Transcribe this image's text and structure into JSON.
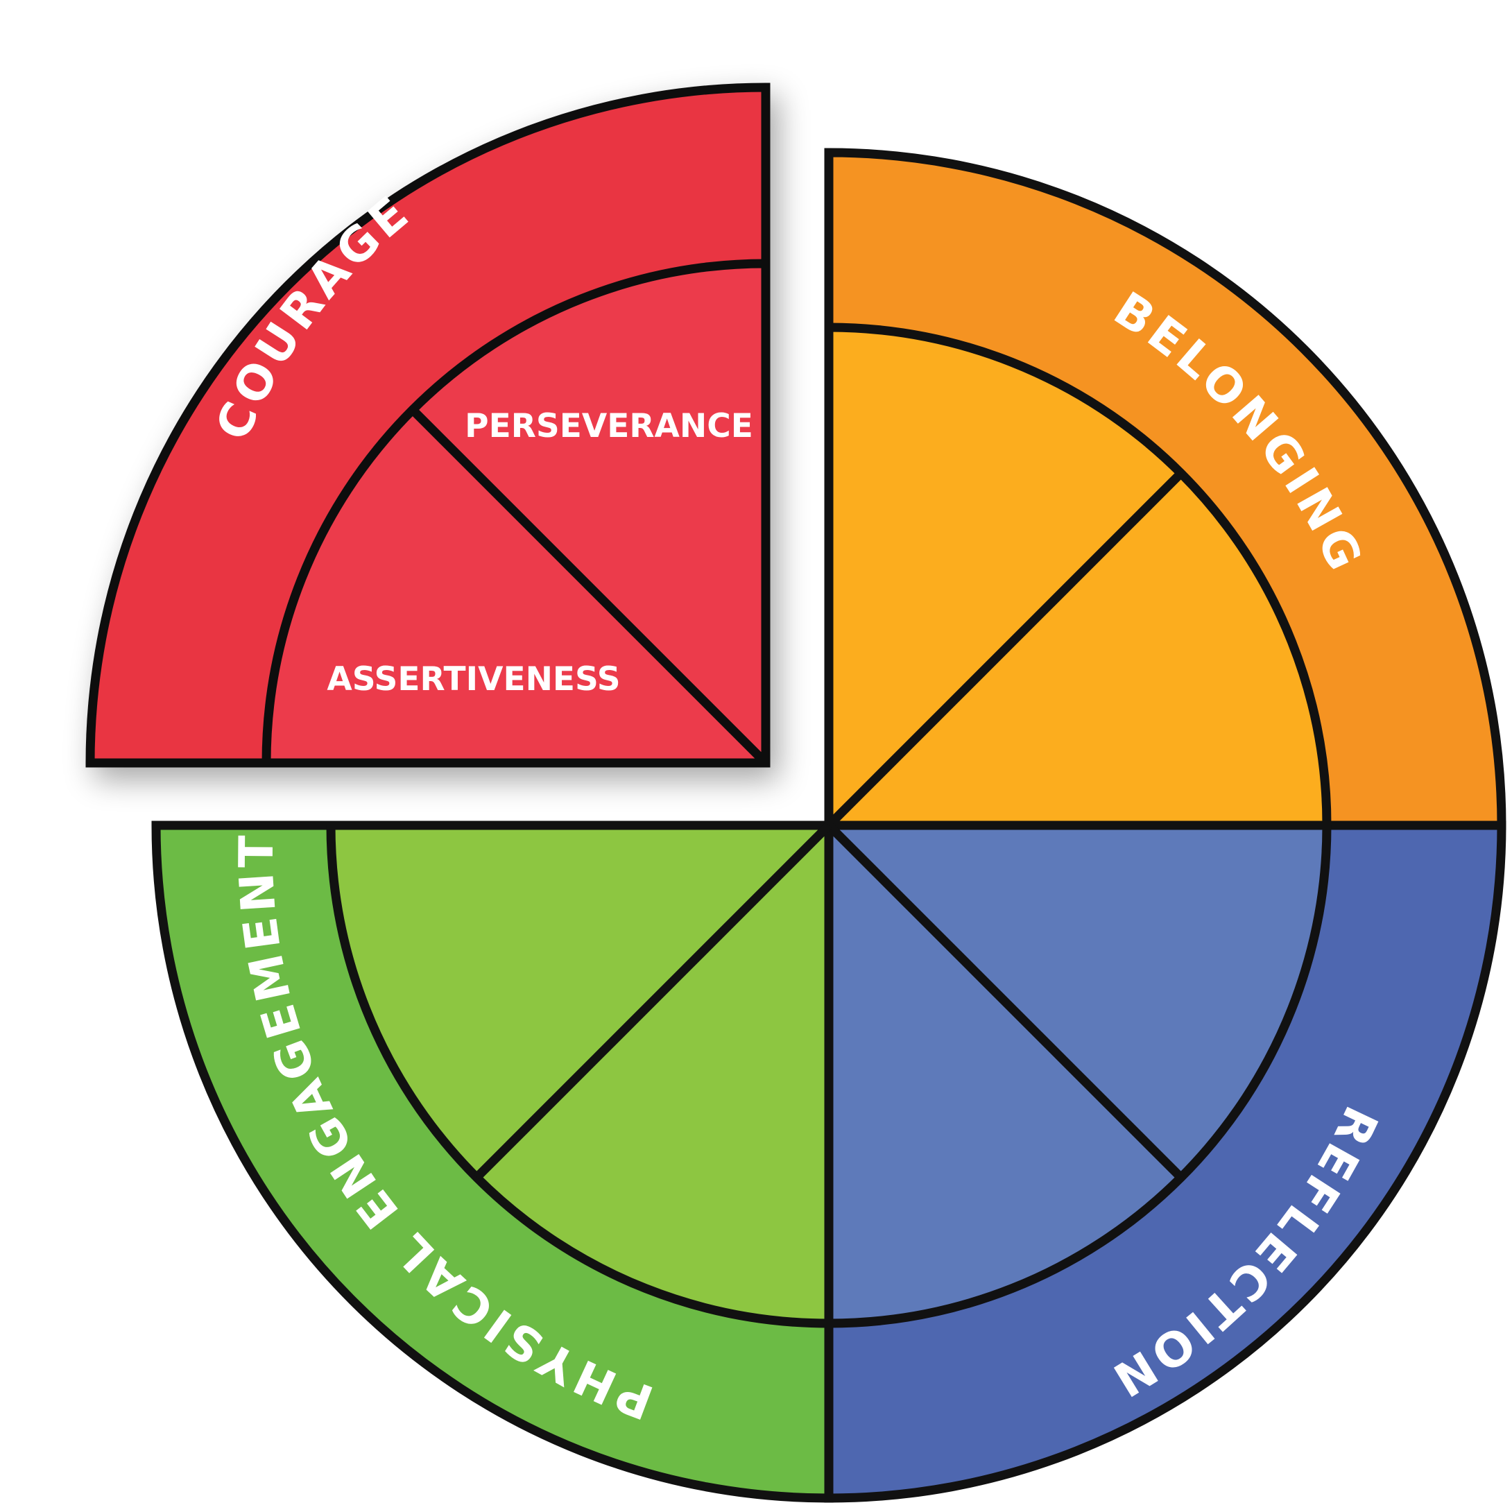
{
  "title": "",
  "colors": {
    "outline": "#111111",
    "background": "#ffffff",
    "text": "#ffffff"
  },
  "quadrants": [
    {
      "id": "courage",
      "label": "COURAGE",
      "outer_color": "#e93442",
      "inner_color": "#ec3b4c",
      "exploded": true,
      "sub_labels": [
        "PERSEVERANCE",
        "ASSERTIVENESS"
      ]
    },
    {
      "id": "belonging",
      "label": "BELONGING",
      "outer_color": "#f59322",
      "inner_color": "#fcad1e",
      "exploded": false,
      "sub_labels": []
    },
    {
      "id": "reflection",
      "label": "REFLECTION",
      "outer_color": "#4e67b0",
      "inner_color": "#5e7aba",
      "exploded": false,
      "sub_labels": []
    },
    {
      "id": "physical-engagement",
      "label": "PHYSICAL ENGAGEMENT",
      "outer_color": "#6cbb45",
      "inner_color": "#8dc641",
      "exploded": false,
      "sub_labels": []
    }
  ]
}
